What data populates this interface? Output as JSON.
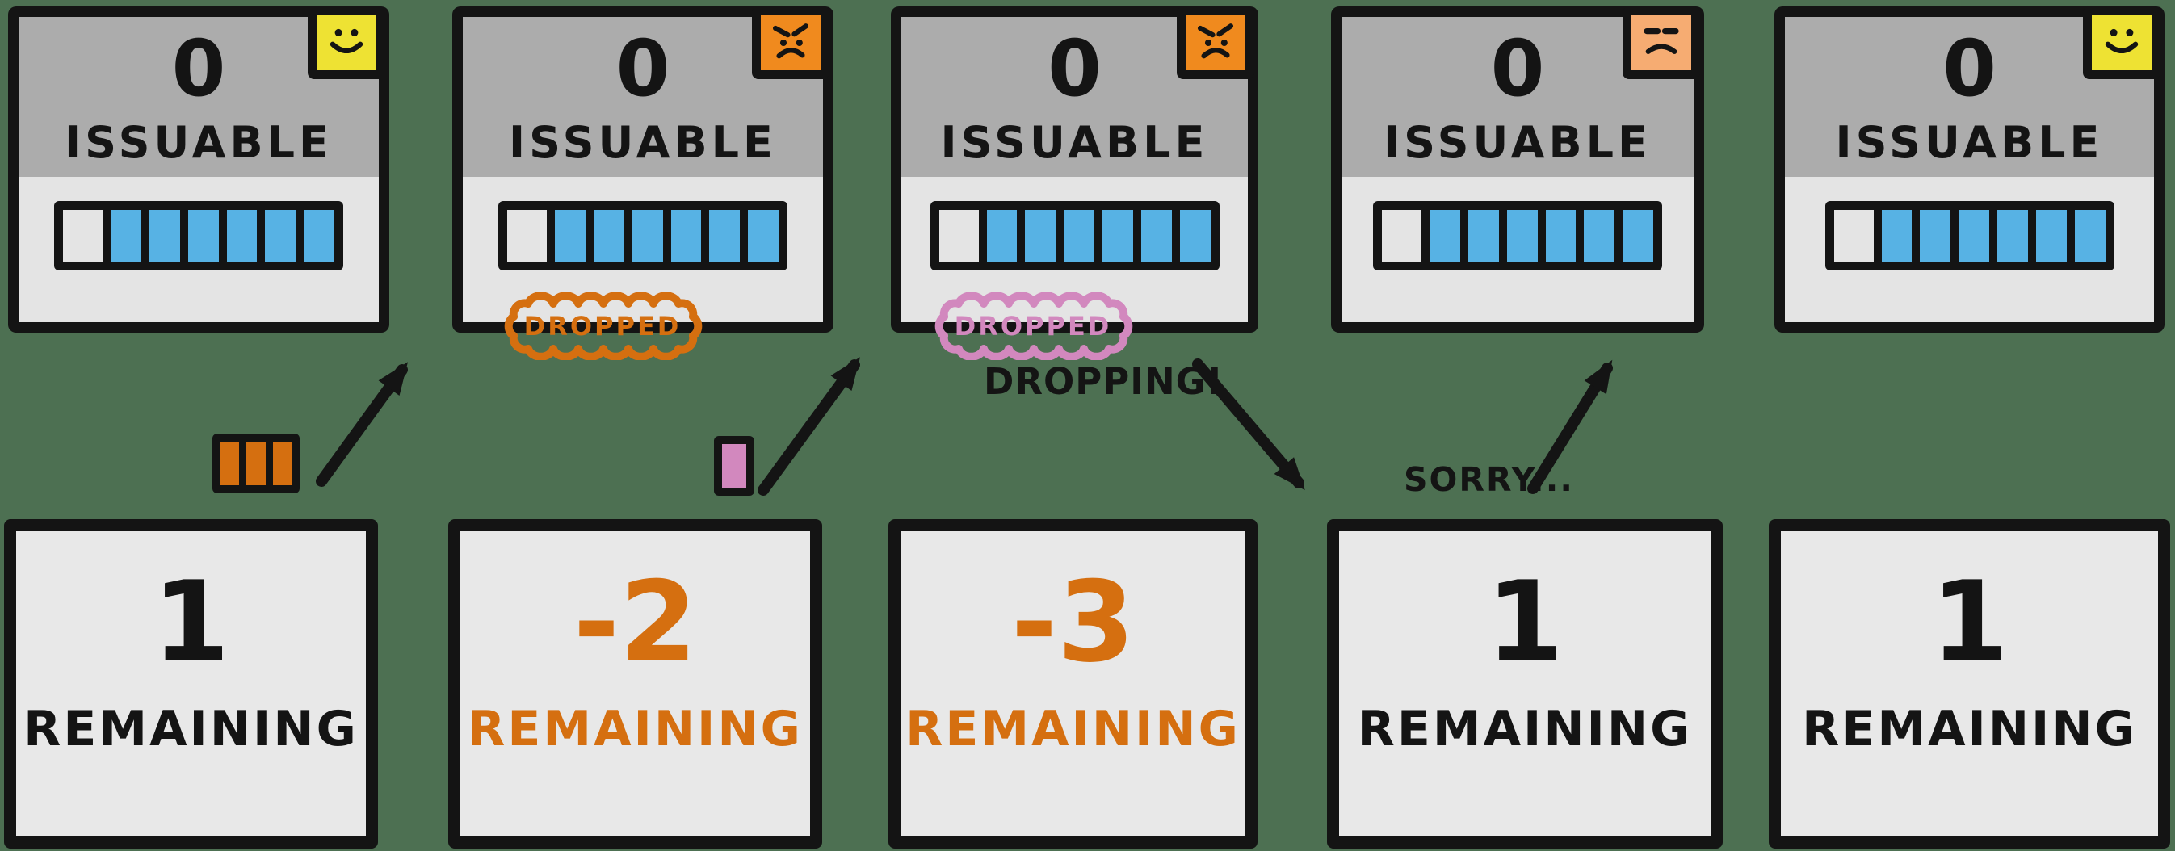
{
  "colors": {
    "background": "#4D7052",
    "ink": "#141414",
    "panel_header_gray": "#ACACAC",
    "panel_body_gray": "#E4E4E4",
    "card_body_gray": "#E8E8E8",
    "bar_blue": "#57B2E4",
    "badge_yellow": "#EEE233",
    "badge_orange": "#F08A1E",
    "badge_peach": "#F6AC72",
    "accent_orange": "#D56F10",
    "pink": "#D288BE"
  },
  "progress_bar": {
    "total_cells": 7,
    "empty_cells": 1,
    "filled_cells": 6
  },
  "mini_tokens": {
    "orange_cells": 3,
    "pink_cells": 1
  },
  "panels": [
    {
      "issuable_value": "0",
      "issuable_label": "ISSUABLE",
      "mood": "happy",
      "remaining_value": "1",
      "remaining_label": "REMAINING",
      "remaining_style": "normal"
    },
    {
      "issuable_value": "0",
      "issuable_label": "ISSUABLE",
      "mood": "angry",
      "dropped": {
        "label": "DROPPED",
        "color": "#D56F10"
      },
      "remaining_value": "-2",
      "remaining_label": "REMAINING",
      "remaining_style": "deficit"
    },
    {
      "issuable_value": "0",
      "issuable_label": "ISSUABLE",
      "mood": "angry",
      "dropped": {
        "label": "DROPPED",
        "color": "#D288BE"
      },
      "remaining_value": "-3",
      "remaining_label": "REMAINING",
      "remaining_style": "deficit"
    },
    {
      "issuable_value": "0",
      "issuable_label": "ISSUABLE",
      "mood": "annoyed",
      "remaining_value": "1",
      "remaining_label": "REMAINING",
      "remaining_style": "normal"
    },
    {
      "issuable_value": "0",
      "issuable_label": "ISSUABLE",
      "mood": "happy",
      "remaining_value": "1",
      "remaining_label": "REMAINING",
      "remaining_style": "normal"
    }
  ],
  "annotations": {
    "dropping": "DROPPING!",
    "sorry": "SORRY..."
  }
}
